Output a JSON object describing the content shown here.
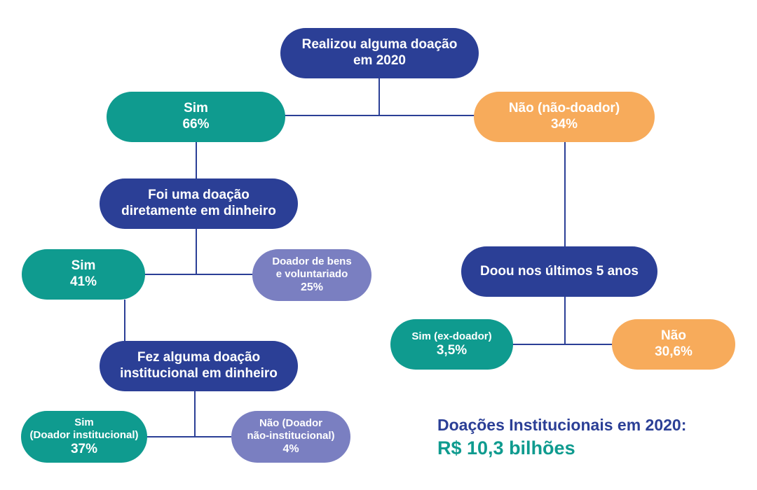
{
  "colors": {
    "navy": "#2b3f96",
    "teal": "#0f9b8f",
    "orange": "#f7ab5b",
    "lavender": "#7a7fc1",
    "connector": "#2b3f96"
  },
  "nodes": {
    "root": {
      "line1": "Realizou alguma doação",
      "line2": "em 2020"
    },
    "sim_doou": {
      "line1": "Sim",
      "line2": "66%"
    },
    "nao_doador": {
      "line1": "Não (não-doador)",
      "line2": "34%"
    },
    "doacao_dinheiro": {
      "line1": "Foi uma doação",
      "line2": "diretamente em dinheiro"
    },
    "sim_dinheiro": {
      "line1": "Sim",
      "line2": "41%"
    },
    "doador_bens": {
      "line1": "Doador de bens",
      "line2": "e voluntariado",
      "line3": "25%"
    },
    "doou_ultimos": {
      "line1": "Doou nos últimos 5 anos"
    },
    "ex_doador": {
      "line1": "Sim (ex-doador)",
      "line2": "3,5%"
    },
    "nao_ultimos": {
      "line1": "Não",
      "line2": "30,6%"
    },
    "institucional": {
      "line1": "Fez alguma doação",
      "line2": "institucional em dinheiro"
    },
    "doador_institucional": {
      "line1": "Sim",
      "line2": "(Doador institucional)",
      "line3": "37%"
    },
    "nao_institucional": {
      "line1": "Não (Doador",
      "line2": "não-institucional)",
      "line3": "4%"
    }
  },
  "summary": {
    "title": "Doações Institucionais em 2020:",
    "value": "R$ 10,3 bilhões"
  }
}
